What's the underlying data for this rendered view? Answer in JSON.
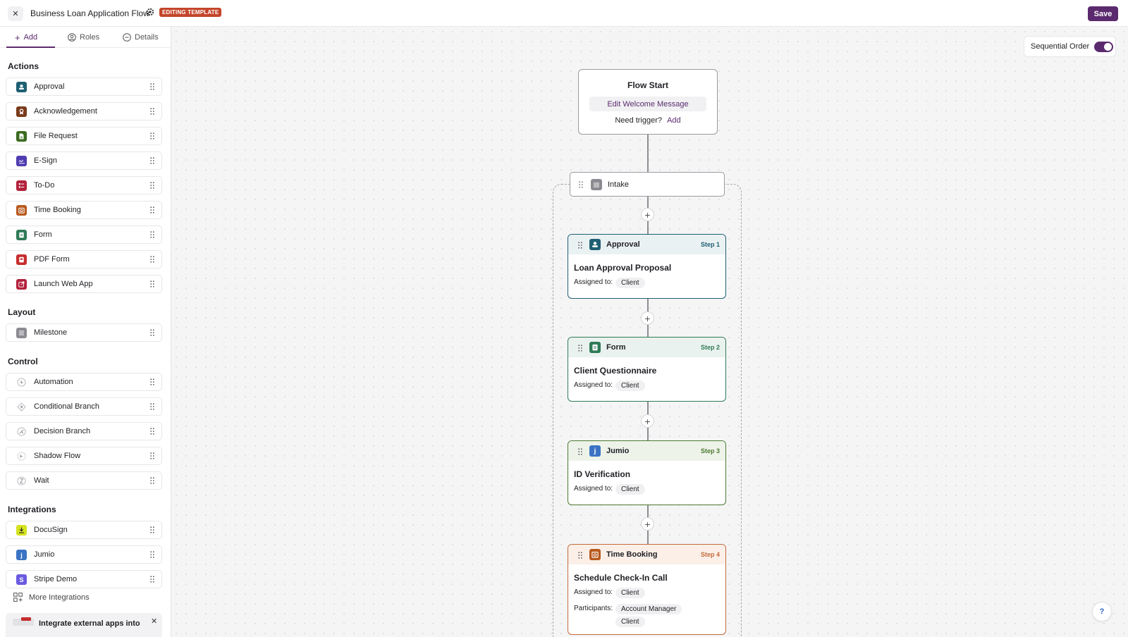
{
  "header": {
    "title": "Business Loan Application Flow",
    "badge": "EDITING TEMPLATE",
    "close_symbol": "✕",
    "save_label": "Save"
  },
  "sidebar": {
    "tabs": [
      {
        "label": "Add",
        "icon": "plus-icon",
        "active": true
      },
      {
        "label": "Roles",
        "icon": "user-circle-icon",
        "active": false
      },
      {
        "label": "Details",
        "icon": "minus-circle-icon",
        "active": false
      }
    ],
    "sections": {
      "actions": "Actions",
      "layout": "Layout",
      "control": "Control",
      "integrations": "Integrations"
    },
    "actions": [
      {
        "label": "Approval",
        "icon": "approval-icon",
        "color": "#1f5f73"
      },
      {
        "label": "Acknowledgement",
        "icon": "acknowledgement-icon",
        "color": "#7a3b1c"
      },
      {
        "label": "File Request",
        "icon": "file-request-icon",
        "color": "#3a6b1f"
      },
      {
        "label": "E-Sign",
        "icon": "esign-icon",
        "color": "#4f3bb0"
      },
      {
        "label": "To-Do",
        "icon": "todo-icon",
        "color": "#b3223c"
      },
      {
        "label": "Time Booking",
        "icon": "time-booking-icon",
        "color": "#b85a1e"
      },
      {
        "label": "Form",
        "icon": "form-icon",
        "color": "#2f7a57"
      },
      {
        "label": "PDF Form",
        "icon": "pdf-form-icon",
        "color": "#c72d2d"
      },
      {
        "label": "Launch Web App",
        "icon": "launch-web-app-icon",
        "color": "#b3223c"
      }
    ],
    "layout_items": [
      {
        "label": "Milestone",
        "icon": "milestone-icon",
        "color": "#8b8b92"
      }
    ],
    "control_items": [
      {
        "label": "Automation",
        "icon": "automation-icon"
      },
      {
        "label": "Conditional Branch",
        "icon": "conditional-branch-icon"
      },
      {
        "label": "Decision Branch",
        "icon": "decision-branch-icon"
      },
      {
        "label": "Shadow Flow",
        "icon": "shadow-flow-icon"
      },
      {
        "label": "Wait",
        "icon": "wait-icon"
      }
    ],
    "integration_items": [
      {
        "label": "DocuSign",
        "icon": "docusign-icon",
        "color": "#d4e21f"
      },
      {
        "label": "Jumio",
        "icon": "jumio-icon",
        "color": "#3b73c4"
      },
      {
        "label": "Stripe Demo",
        "icon": "stripe-icon",
        "color": "#6a5ae0"
      }
    ],
    "more_integrations": "More Integrations",
    "promo": {
      "text": "Integrate external apps into",
      "close_symbol": "✕"
    }
  },
  "canvas": {
    "sequential_order": {
      "label": "Sequential Order",
      "enabled": true
    },
    "flow_start": {
      "title": "Flow Start",
      "welcome_button": "Edit Welcome Message",
      "trigger_text": "Need trigger?",
      "trigger_link": "Add"
    },
    "milestone": {
      "label": "Intake"
    },
    "plus_symbol": "+",
    "steps": [
      {
        "type": "Approval",
        "step": "Step 1",
        "title": "Loan Approval Proposal",
        "assigned_label": "Assigned to:",
        "assignee": "Client",
        "accent": "#1f5f73",
        "header_bg": "#eaf1f3",
        "icon": "approval-icon"
      },
      {
        "type": "Form",
        "step": "Step 2",
        "title": "Client Questionnaire",
        "assigned_label": "Assigned to:",
        "assignee": "Client",
        "accent": "#2f7a57",
        "header_bg": "#e9f2ee",
        "icon": "form-icon"
      },
      {
        "type": "Jumio",
        "step": "Step 3",
        "title": "ID Verification",
        "assigned_label": "Assigned to:",
        "assignee": "Client",
        "accent": "#4a7a2f",
        "header_bg": "#eef3ea",
        "icon": "jumio-icon"
      },
      {
        "type": "Time Booking",
        "step": "Step 4",
        "title": "Schedule Check-In Call",
        "assigned_label": "Assigned to:",
        "assignee": "Client",
        "participants_label": "Participants:",
        "participants": [
          "Account Manager",
          "Client"
        ],
        "accent": "#c36a3a",
        "header_bg": "#fbefe8",
        "icon": "time-booking-icon"
      }
    ],
    "help_symbol": "?"
  }
}
